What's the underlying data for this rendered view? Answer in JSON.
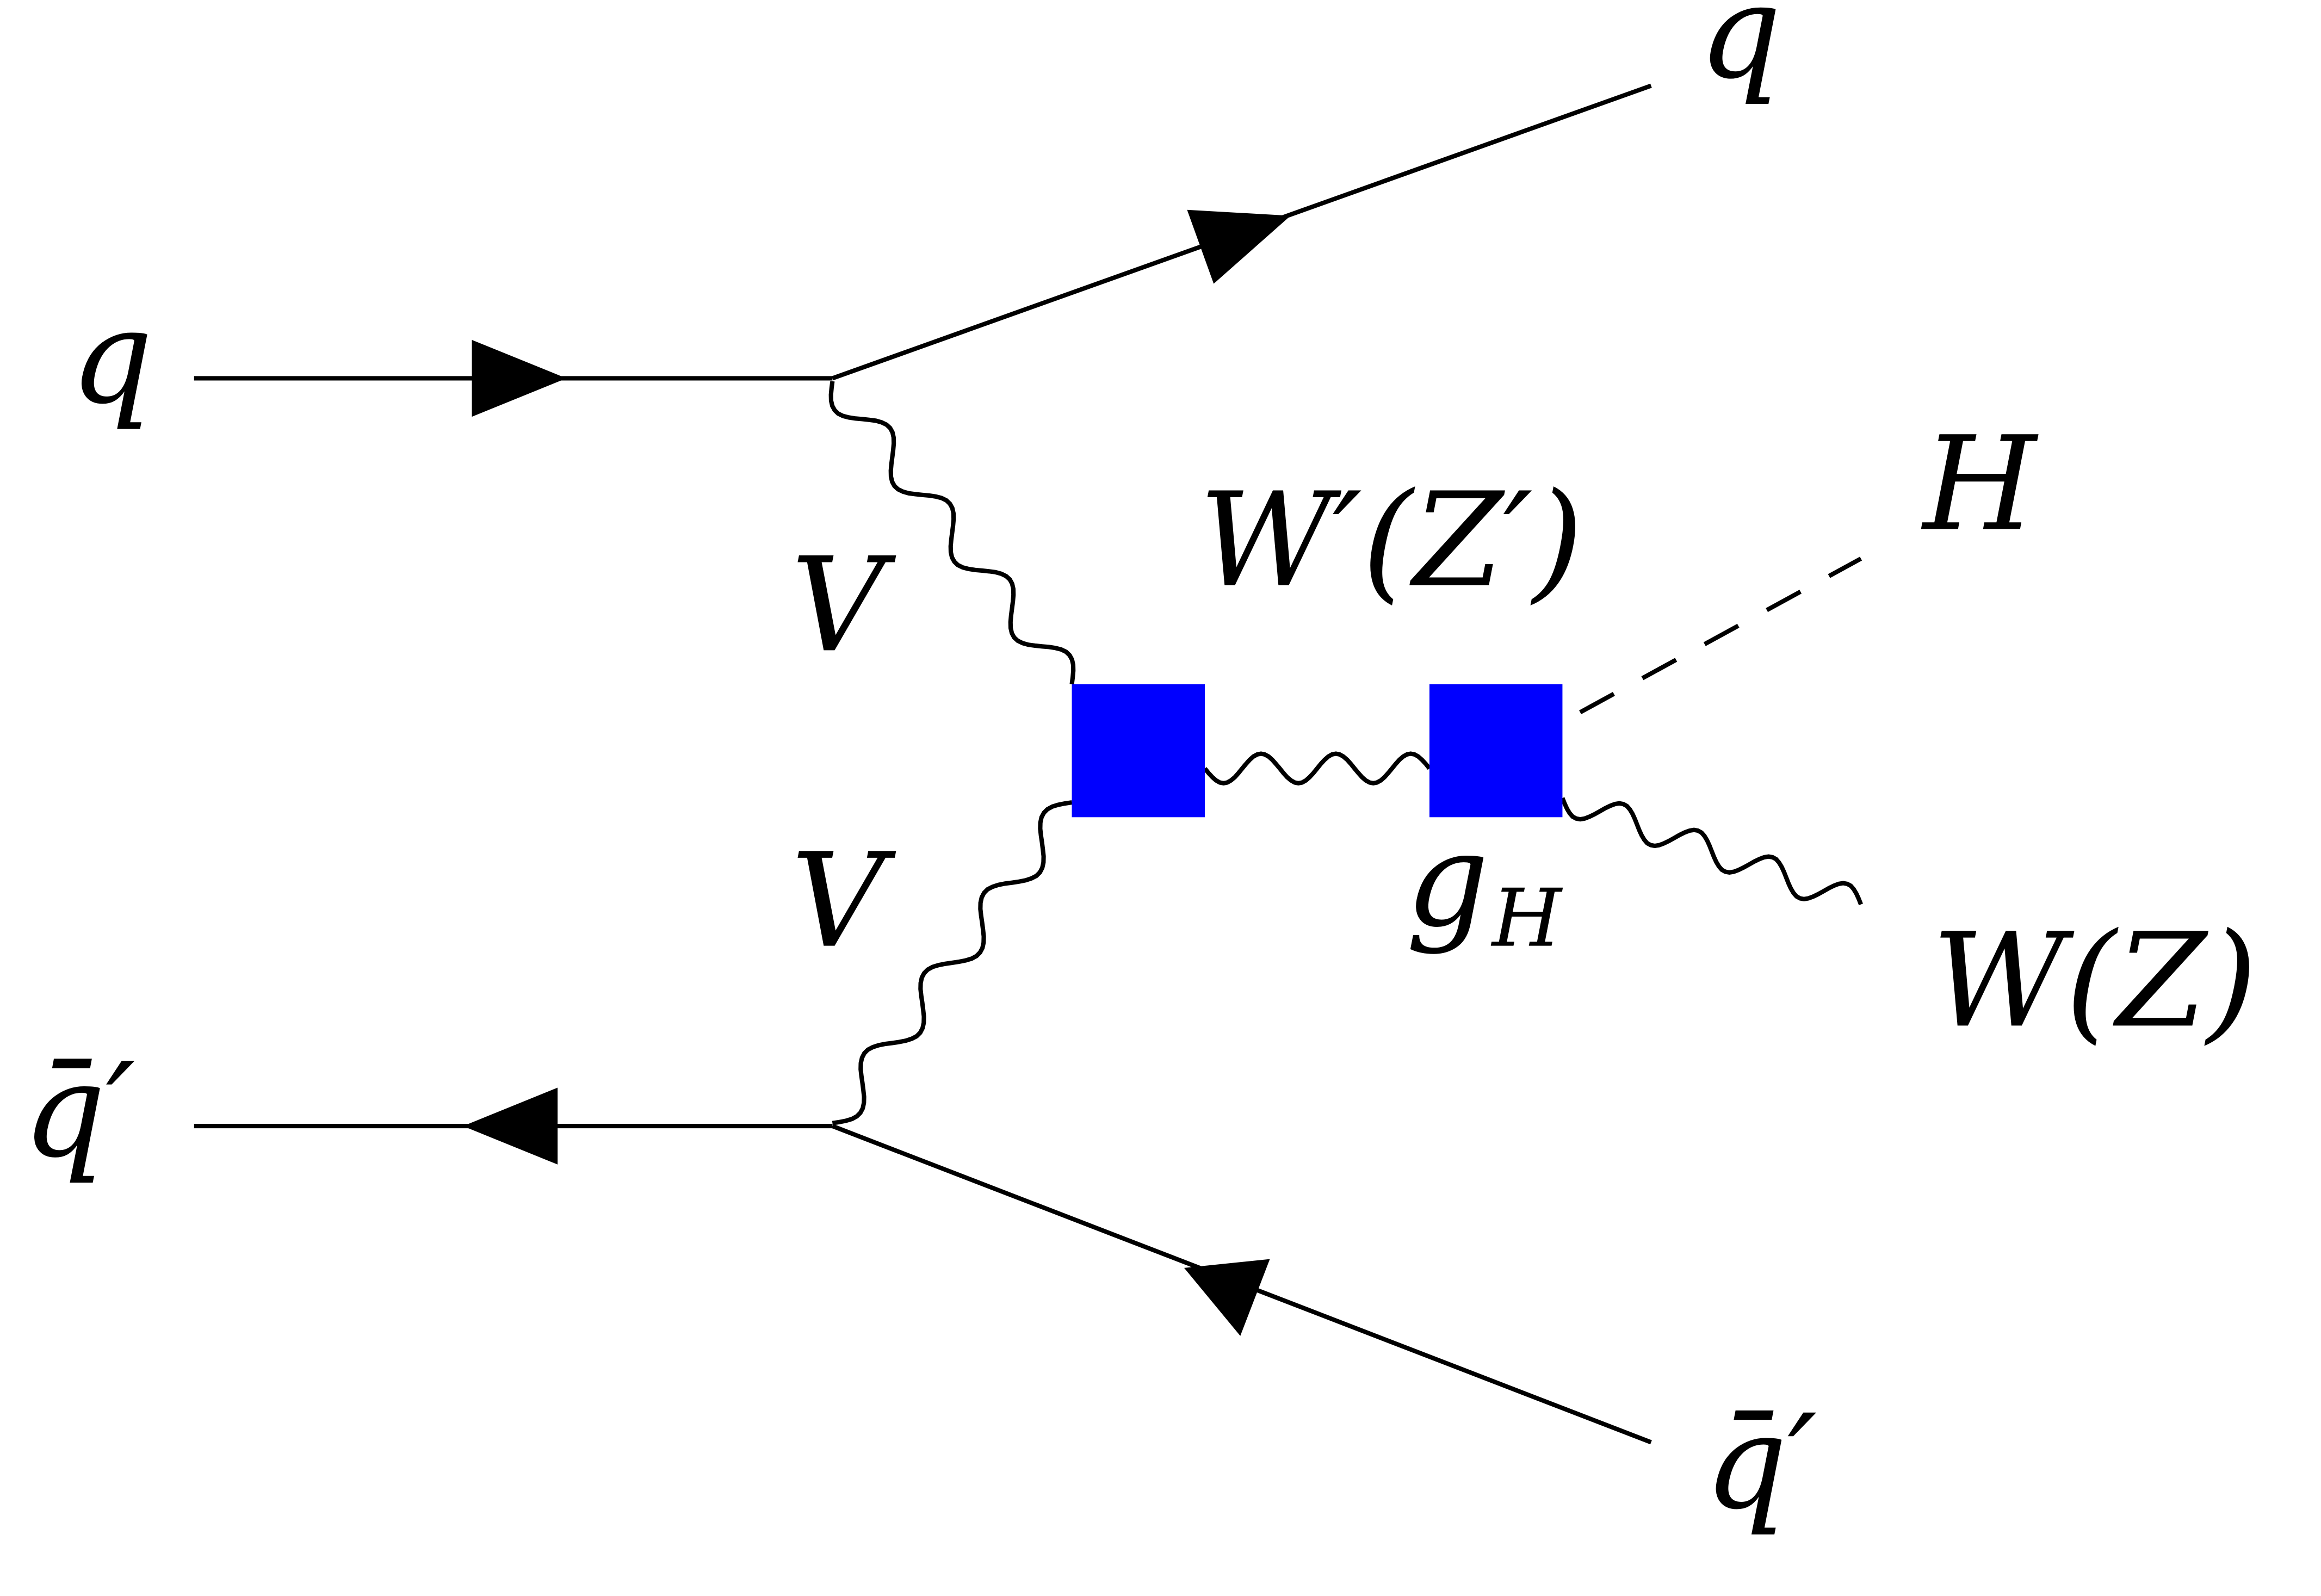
{
  "title": "Feynman diagram: vector boson fusion production of W'(Z') decaying to H W(Z)",
  "vertex_color": "#0000ff",
  "labels": {
    "incoming_quark": "q",
    "incoming_antiquark": "q̄′",
    "outgoing_quark": "q",
    "outgoing_antiquark": "q̄′",
    "boson_upper": "V",
    "boson_lower": "V",
    "resonance": "W′(Z′)",
    "higgs": "H",
    "vector_out": "W(Z)",
    "coupling_main": "g",
    "coupling_sub": "H"
  },
  "particles": [
    {
      "name": "q",
      "type": "fermion",
      "direction": "incoming"
    },
    {
      "name": "q̄′",
      "type": "antifermion",
      "direction": "incoming"
    },
    {
      "name": "q",
      "type": "fermion",
      "direction": "outgoing"
    },
    {
      "name": "q̄′",
      "type": "antifermion",
      "direction": "outgoing"
    },
    {
      "name": "V",
      "type": "vector-boson",
      "direction": "internal"
    },
    {
      "name": "V",
      "type": "vector-boson",
      "direction": "internal"
    },
    {
      "name": "W′(Z′)",
      "type": "vector-boson",
      "direction": "internal"
    },
    {
      "name": "H",
      "type": "scalar",
      "direction": "outgoing"
    },
    {
      "name": "W(Z)",
      "type": "vector-boson",
      "direction": "outgoing"
    }
  ]
}
